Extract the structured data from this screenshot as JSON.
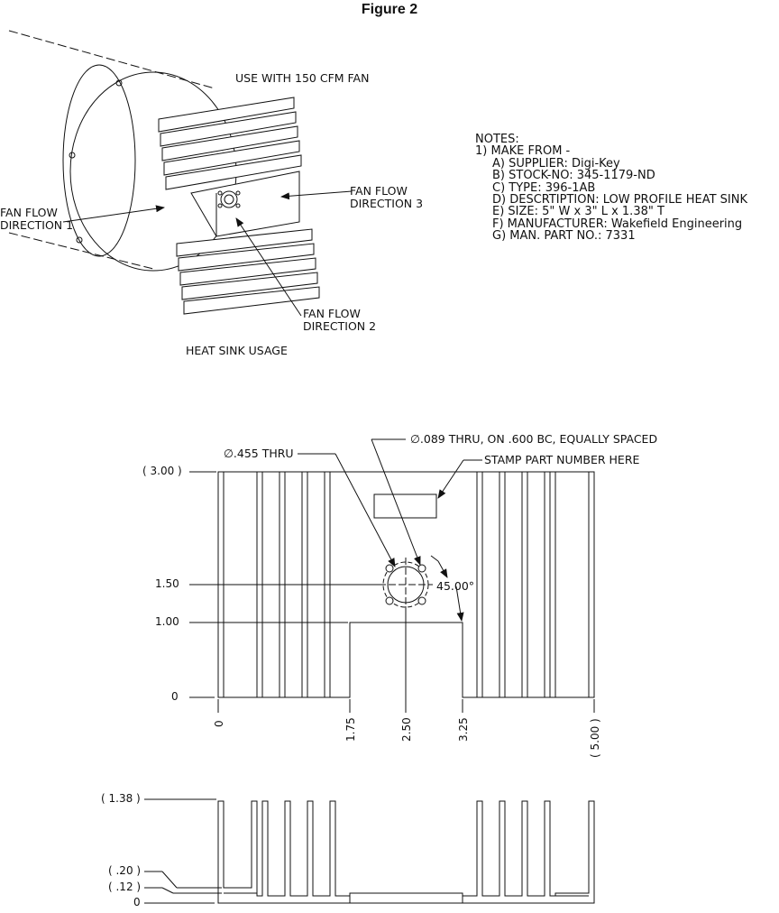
{
  "figure_title": "Figure 2",
  "iso_view": {
    "fan_note": "USE WITH 150 CFM FAN",
    "flow1_line1": "FAN FLOW",
    "flow1_line2": "DIRECTION 1",
    "flow2_line1": "FAN FLOW",
    "flow2_line2": "DIRECTION 2",
    "flow3_line1": "FAN FLOW",
    "flow3_line2": "DIRECTION 3",
    "caption": "HEAT SINK USAGE"
  },
  "notes": {
    "heading": "NOTES:",
    "item1": "1)  MAKE FROM -",
    "sub": [
      "A) SUPPLIER:  Digi-Key",
      "B)  STOCK-NO:  345-1179-ND",
      "C)  TYPE:  396-1AB",
      "D)  DESCRTIPTION:  LOW PROFILE HEAT SINK",
      "E)  SIZE:  5\" W x 3\" L x 1.38\" T",
      "F)  MANUFACTURER:  Wakefield Engineering",
      "G)  MAN. PART NO.:  7331"
    ]
  },
  "top_view": {
    "callout_hole": "∅.455 THRU",
    "callout_small_holes": "∅.089 THRU, ON .600 BC, EQUALLY SPACED",
    "callout_stamp": "STAMP PART NUMBER HERE",
    "angle": "45.00°",
    "y_dims": [
      "( 3.00 )",
      "1.50",
      "1.00",
      "0"
    ],
    "x_dims": [
      "0",
      "1.75",
      "2.50",
      "3.25",
      "( 5.00 )"
    ]
  },
  "side_view": {
    "y_dims": [
      "( 1.38 )",
      "( .20 )",
      "( .12 )",
      "0"
    ]
  }
}
